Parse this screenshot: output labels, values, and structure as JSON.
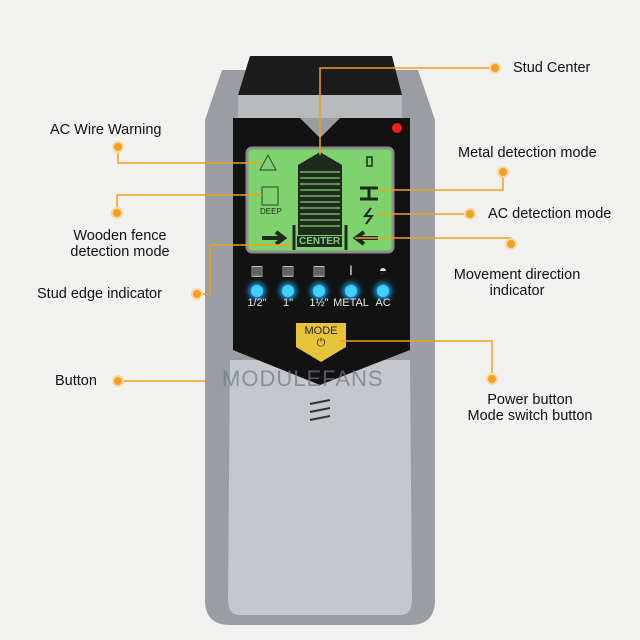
{
  "callouts": {
    "stud_center": "Stud Center",
    "ac_wire_warning": "AC Wire Warning",
    "metal_mode": "Metal detection mode",
    "wooden_fence_1": "Wooden fence",
    "wooden_fence_2": "detection mode",
    "ac_mode": "AC detection mode",
    "movement_1": "Movement direction",
    "movement_2": "indicator",
    "stud_edge": "Stud edge indicator",
    "button": "Button",
    "power_1": "Power button",
    "power_2": "Mode switch button"
  },
  "device": {
    "lcd_deep": "DEEP",
    "lcd_center": "CENTER",
    "leds": [
      "1/2\"",
      "1\"",
      "1½\"",
      "METAL",
      "AC"
    ],
    "mode_button": "MODE",
    "watermark": "MODULEFANS"
  },
  "colors": {
    "accent": "#f0a020",
    "lcd": "#7fd36e",
    "led": "#3fd0ff"
  }
}
